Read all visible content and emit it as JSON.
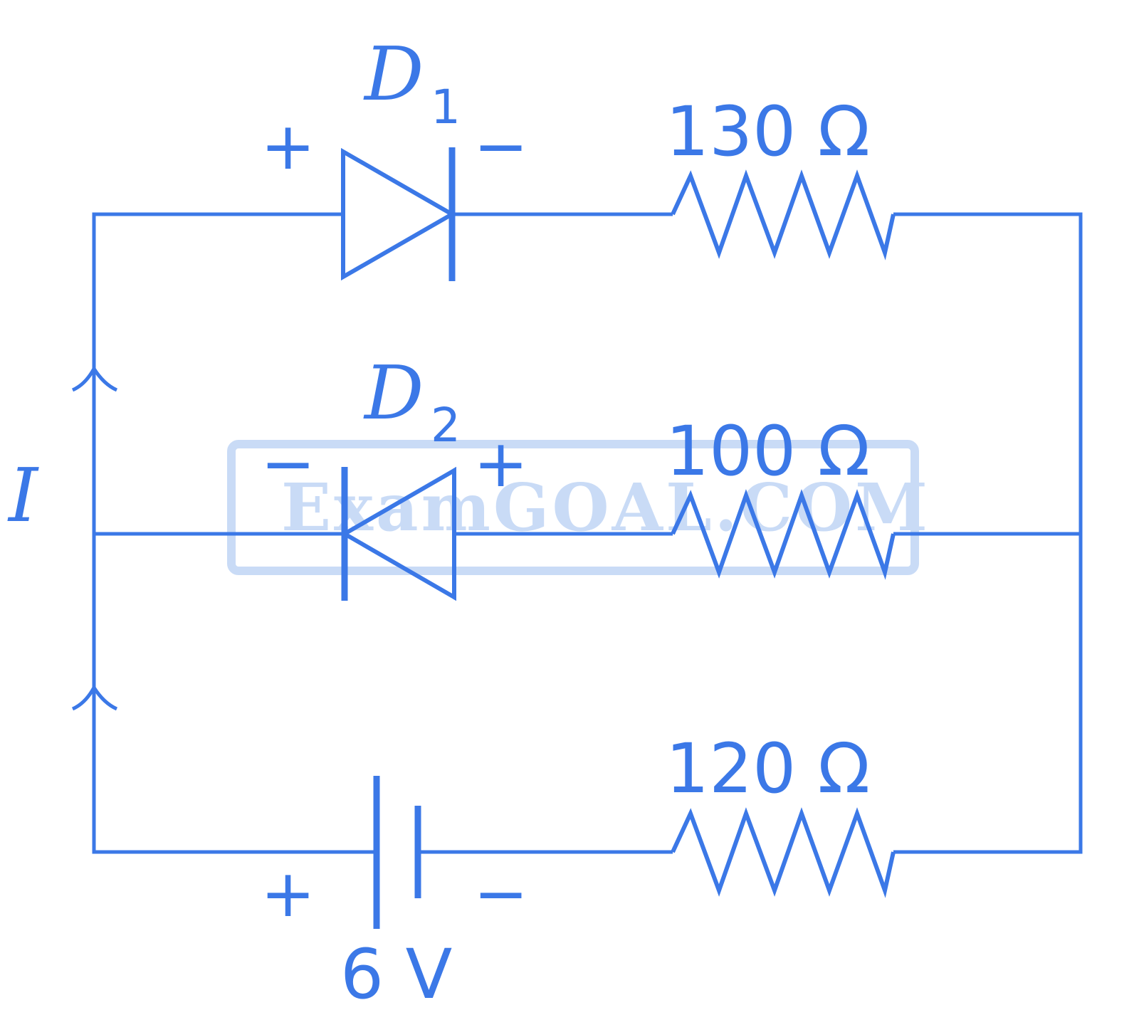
{
  "diagram": {
    "diode1": {
      "name": "D",
      "subscript": "1",
      "plus": "+",
      "minus": "−"
    },
    "diode2": {
      "name": "D",
      "subscript": "2",
      "plus": "+",
      "minus": "−"
    },
    "resistor_top": "130 Ω",
    "resistor_middle": "100 Ω",
    "resistor_bottom": "120 Ω",
    "battery": {
      "label": "6 V",
      "plus": "+",
      "minus": "−"
    },
    "current_label": "I",
    "watermark": "ExamGOAL.COM"
  },
  "colors": {
    "stroke": "#3b78e7",
    "watermark": "#c9dbf6"
  }
}
